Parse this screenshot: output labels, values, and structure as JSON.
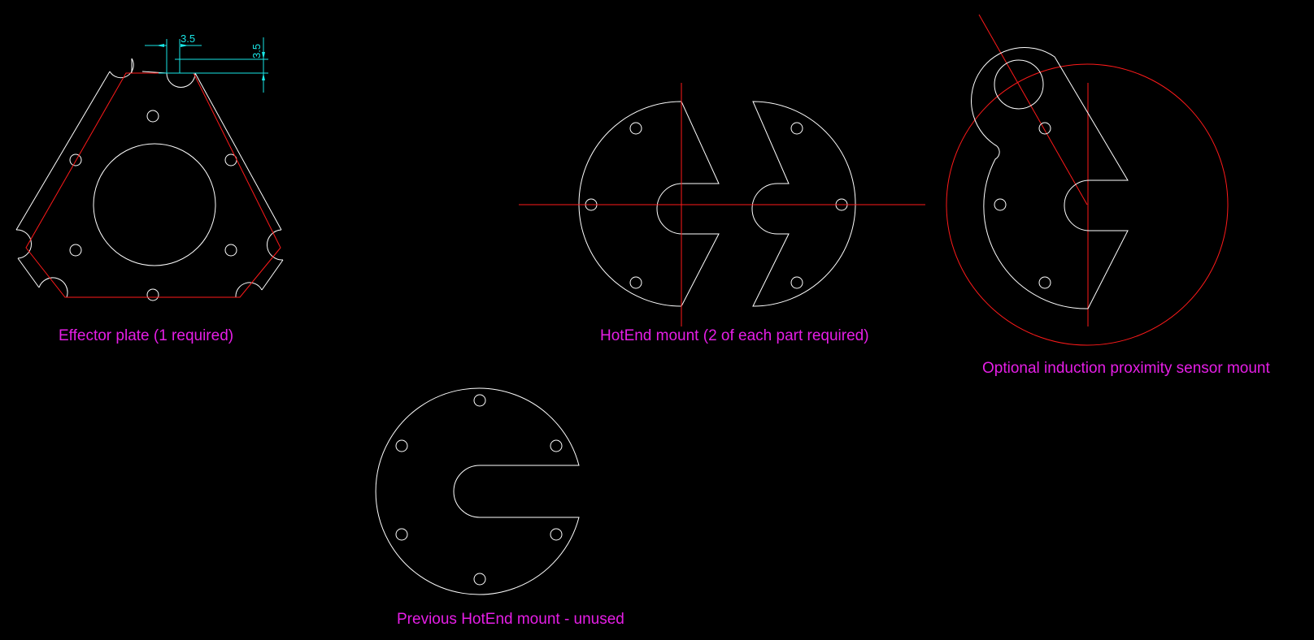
{
  "colors": {
    "background": "#000000",
    "outline": "#ffffff",
    "construction": "#ff1a1a",
    "dimension": "#19e6e6",
    "caption": "#e61ee6"
  },
  "dimensions": {
    "horizontal": "3.5",
    "vertical": "3.5"
  },
  "captions": {
    "effector": "Effector plate (1 required)",
    "hotend": "HotEnd mount (2 of each part required)",
    "sensor": "Optional induction proximity sensor mount",
    "previous": "Previous HotEnd mount - unused"
  }
}
